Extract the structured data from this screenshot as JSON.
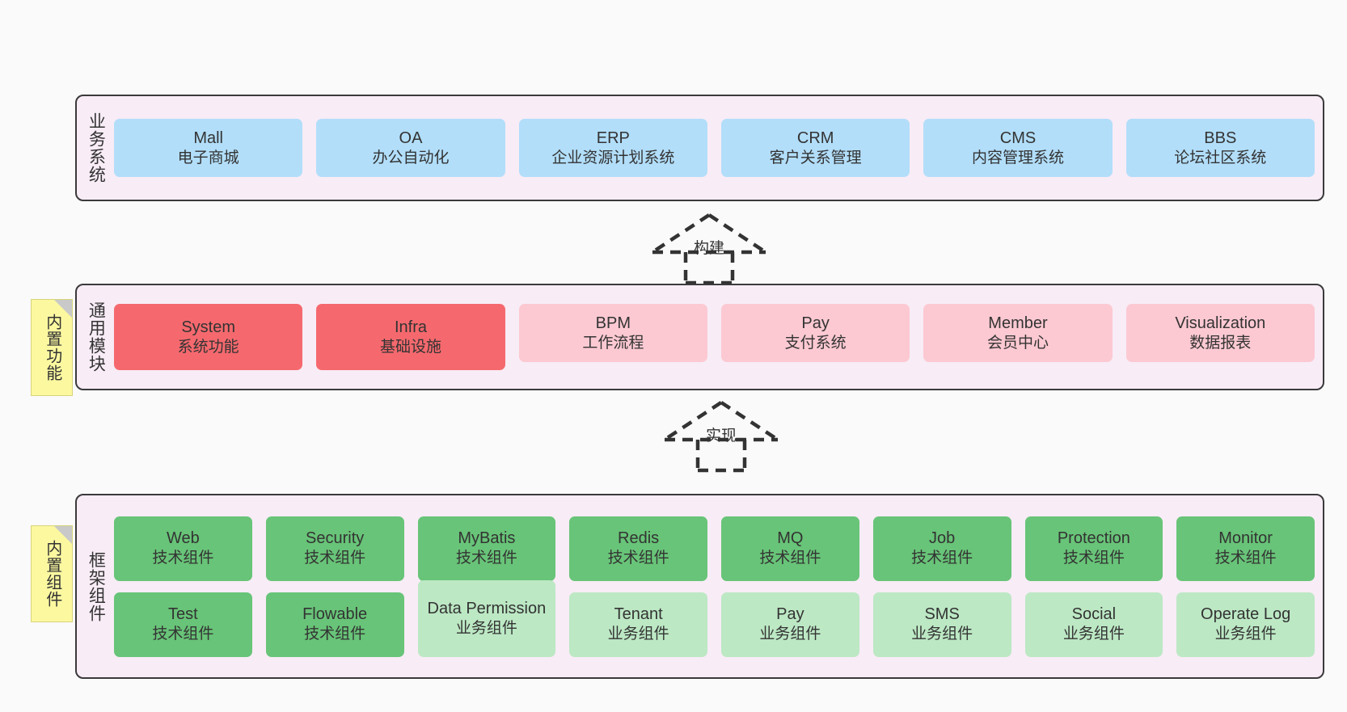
{
  "diagram": {
    "title": "",
    "colors": {
      "canvas_bg": "#fafafa",
      "layer_bg": "#f8ecf6",
      "layer_border": "#3a3a3a",
      "business_box": "#b2defa",
      "module_core": "#f5696e",
      "module_plain": "#fcc9d2",
      "framework_tech": "#68c478",
      "framework_biz": "#bce8c4",
      "note_bg": "#fbf8a0",
      "note_fold": "#c9c9c9"
    }
  },
  "layers": {
    "business": {
      "label": "业务系统",
      "items": [
        {
          "name": "Mall",
          "desc": "电子商城"
        },
        {
          "name": "OA",
          "desc": "办公自动化"
        },
        {
          "name": "ERP",
          "desc": "企业资源计划系统"
        },
        {
          "name": "CRM",
          "desc": "客户关系管理"
        },
        {
          "name": "CMS",
          "desc": "内容管理系统"
        },
        {
          "name": "BBS",
          "desc": "论坛社区系统"
        }
      ]
    },
    "modules": {
      "label": "通用模块",
      "note": "内置功能",
      "items": [
        {
          "name": "System",
          "desc": "系统功能",
          "style": "red"
        },
        {
          "name": "Infra",
          "desc": "基础设施",
          "style": "red"
        },
        {
          "name": "BPM",
          "desc": "工作流程",
          "style": "pink"
        },
        {
          "name": "Pay",
          "desc": "支付系统",
          "style": "pink"
        },
        {
          "name": "Member",
          "desc": "会员中心",
          "style": "pink"
        },
        {
          "name": "Visualization",
          "desc": "数据报表",
          "style": "pink"
        }
      ]
    },
    "framework": {
      "label": "框架组件",
      "note": "内置组件",
      "row1": [
        {
          "name": "Web",
          "desc": "技术组件"
        },
        {
          "name": "Security",
          "desc": "技术组件"
        },
        {
          "name": "MyBatis",
          "desc": "技术组件"
        },
        {
          "name": "Redis",
          "desc": "技术组件"
        },
        {
          "name": "MQ",
          "desc": "技术组件"
        },
        {
          "name": "Job",
          "desc": "技术组件"
        },
        {
          "name": "Protection",
          "desc": "技术组件"
        },
        {
          "name": "Monitor",
          "desc": "技术组件"
        }
      ],
      "row2": [
        {
          "name": "Test",
          "desc": "技术组件",
          "style": "green"
        },
        {
          "name": "Flowable",
          "desc": "技术组件",
          "style": "green"
        },
        {
          "name": "Data Permission",
          "desc": "业务组件",
          "style": "lgreen"
        },
        {
          "name": "Tenant",
          "desc": "业务组件",
          "style": "lgreen"
        },
        {
          "name": "Pay",
          "desc": "业务组件",
          "style": "lgreen"
        },
        {
          "name": "SMS",
          "desc": "业务组件",
          "style": "lgreen"
        },
        {
          "name": "Social",
          "desc": "业务组件",
          "style": "lgreen"
        },
        {
          "name": "Operate Log",
          "desc": "业务组件",
          "style": "lgreen"
        }
      ]
    }
  },
  "connectors": [
    {
      "id": "build",
      "label": "构建",
      "from": "modules",
      "to": "business"
    },
    {
      "id": "implement",
      "label": "实现",
      "from": "framework",
      "to": "modules"
    }
  ]
}
